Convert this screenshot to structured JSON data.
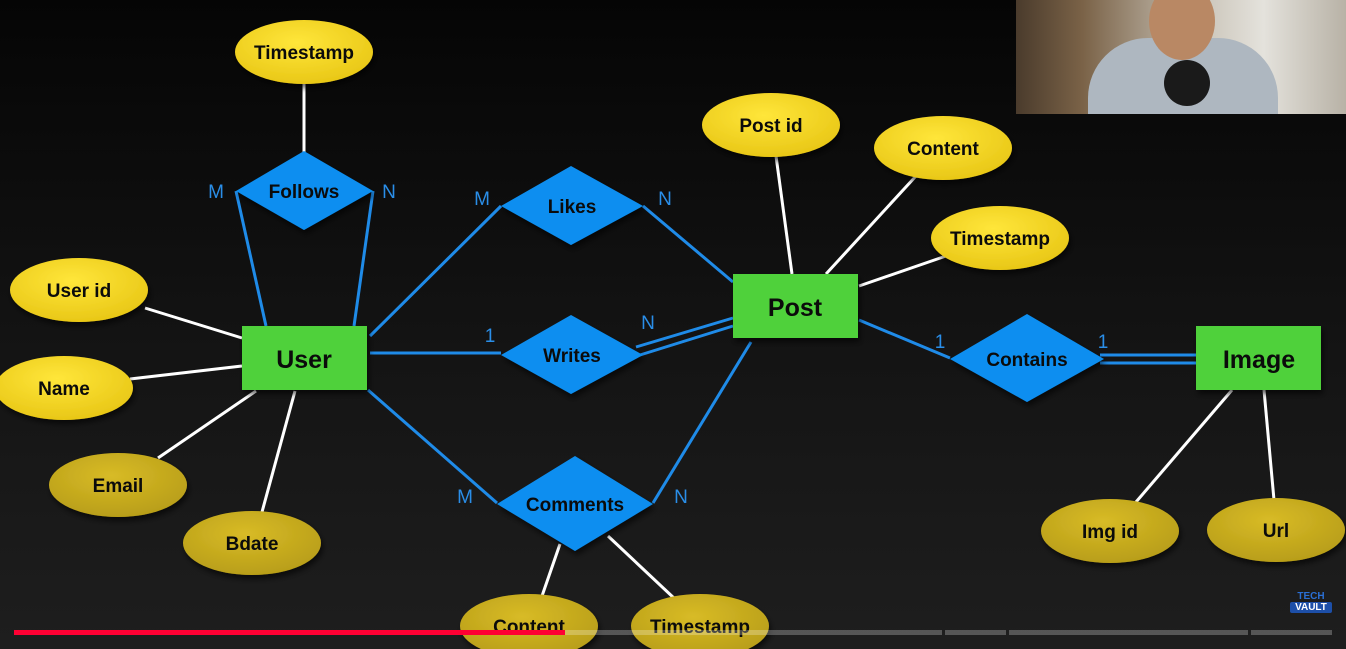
{
  "entities": [
    {
      "id": "user",
      "label": "User"
    },
    {
      "id": "post",
      "label": "Post"
    },
    {
      "id": "image",
      "label": "Image"
    }
  ],
  "relationships": [
    {
      "id": "follows",
      "label": "Follows",
      "card_left": "M",
      "card_right": "N"
    },
    {
      "id": "likes",
      "label": "Likes",
      "card_left": "M",
      "card_right": "N"
    },
    {
      "id": "writes",
      "label": "Writes",
      "card_left": "1",
      "card_right": "N"
    },
    {
      "id": "comments",
      "label": "Comments",
      "card_left": "M",
      "card_right": "N"
    },
    {
      "id": "contains",
      "label": "Contains",
      "card_left": "1",
      "card_right": "1"
    }
  ],
  "attributes": {
    "follows_timestamp": "Timestamp",
    "user_id": "User id",
    "user_name": "Name",
    "user_email": "Email",
    "user_bdate": "Bdate",
    "post_id": "Post id",
    "post_content": "Content",
    "post_timestamp": "Timestamp",
    "comment_content": "Content",
    "comment_timestamp": "Timestamp",
    "img_id": "Img id",
    "img_url": "Url"
  },
  "logo": {
    "line1": "TECH",
    "line2": "VAULT"
  },
  "player": {
    "progress_fraction": 0.418
  },
  "colors": {
    "entity": "#4fd13a",
    "relationship": "#0a8ef0",
    "attribute": "#f5d61a",
    "attribute_dim": "#c8ad1c",
    "cardinality": "#2a8ee8",
    "line_white": "#ffffff",
    "line_blue": "#1f8be8"
  }
}
